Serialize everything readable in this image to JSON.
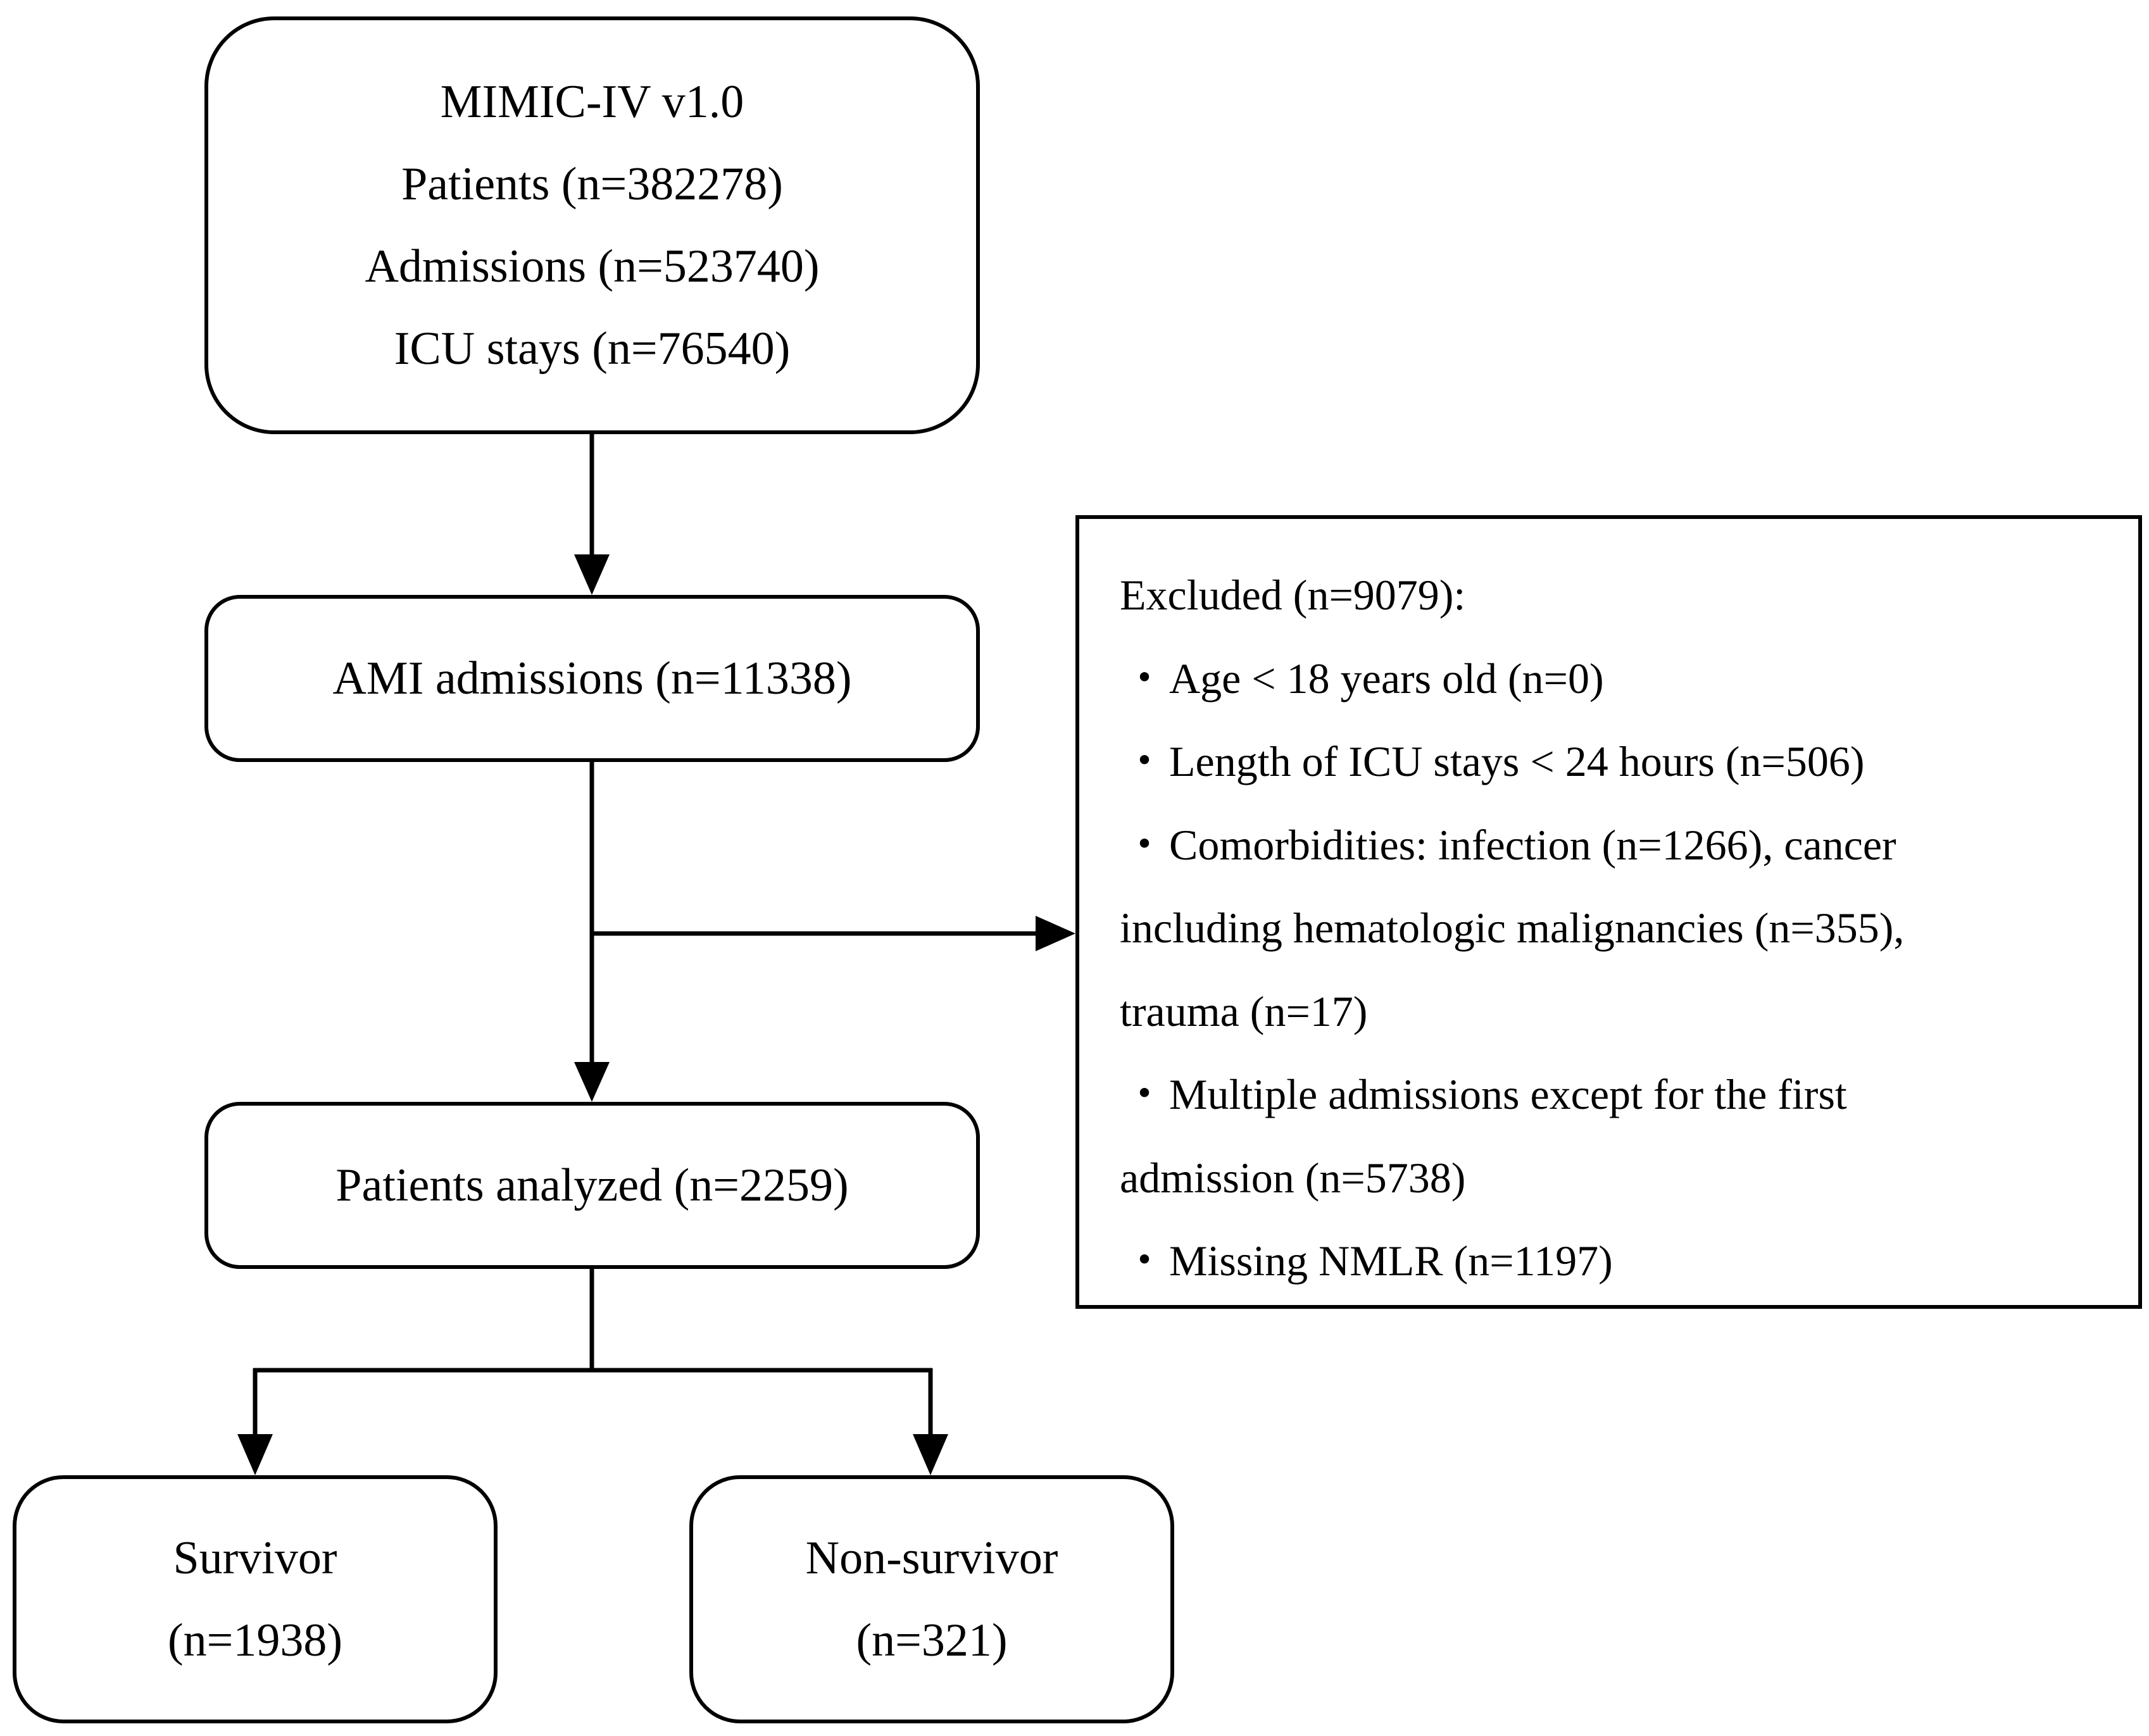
{
  "nodes": {
    "source": {
      "lines": [
        "MIMIC-IV v1.0",
        "Patients (n=382278)",
        "Admissions (n=523740)",
        "ICU stays (n=76540)"
      ]
    },
    "ami": {
      "label": "AMI admissions (n=11338)"
    },
    "analyzed": {
      "label": "Patients analyzed (n=2259)"
    },
    "survivor": {
      "lines": [
        "Survivor",
        "(n=1938)"
      ]
    },
    "nonsurvivor": {
      "lines": [
        "Non-survivor",
        "(n=321)"
      ]
    },
    "excluded": {
      "title": "Excluded (n=9079):",
      "bullet_glyph": "・",
      "lines": [
        {
          "bullet": true,
          "text": "Age < 18 years old (n=0)"
        },
        {
          "bullet": true,
          "text": "Length of ICU stays < 24 hours (n=506)"
        },
        {
          "bullet": true,
          "text": "Comorbidities:  infection (n=1266), cancer"
        },
        {
          "bullet": false,
          "text": "including hematologic malignancies (n=355),"
        },
        {
          "bullet": false,
          "text": "trauma (n=17)"
        },
        {
          "bullet": true,
          "text": "Multiple admissions except for the first"
        },
        {
          "bullet": false,
          "text": "admission (n=5738)"
        },
        {
          "bullet": true,
          "text": "Missing NMLR (n=1197)"
        }
      ]
    }
  },
  "edges": [
    {
      "from": "source",
      "to": "ami"
    },
    {
      "from": "ami",
      "to": "analyzed"
    },
    {
      "from": "ami",
      "to": "excluded"
    },
    {
      "from": "analyzed",
      "to": "survivor"
    },
    {
      "from": "analyzed",
      "to": "nonsurvivor"
    }
  ],
  "colors": {
    "stroke": "#000000",
    "background": "#ffffff"
  }
}
